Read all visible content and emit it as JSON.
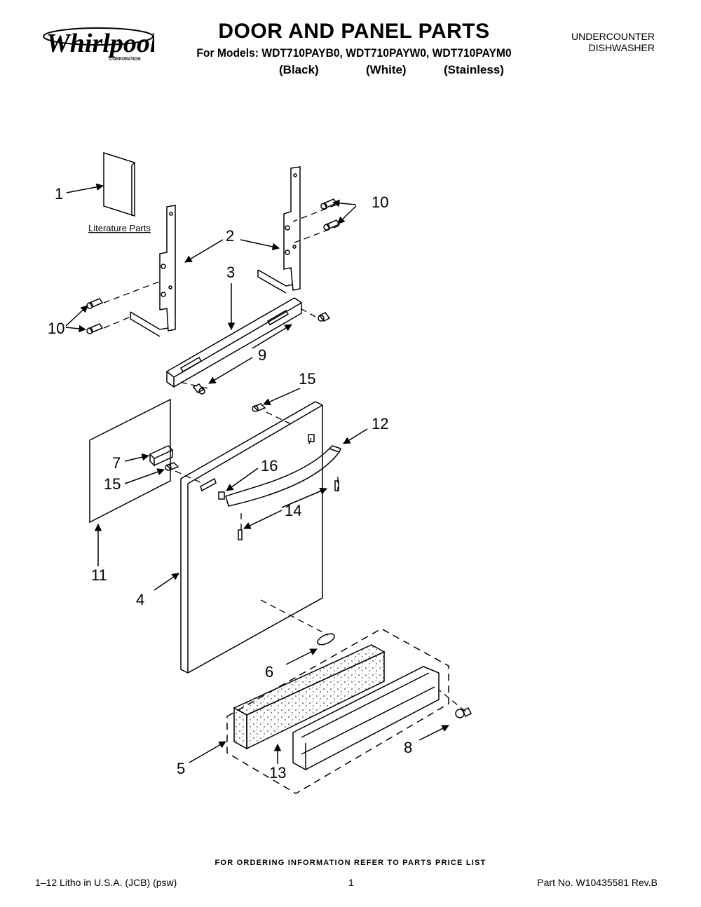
{
  "header": {
    "brand": "Whirlpool",
    "brand_sub": "CORPORATION",
    "title": "DOOR AND PANEL PARTS",
    "models_line": "For Models: WDT710PAYB0, WDT710PAYW0, WDT710PAYM0",
    "variants": [
      "(Black)",
      "(White)",
      "(Stainless)"
    ],
    "category_line1": "UNDERCOUNTER",
    "category_line2": "DISHWASHER"
  },
  "diagram": {
    "literature_label": "Literature Parts",
    "callouts": {
      "c1": "1",
      "c2": "2",
      "c3": "3",
      "c4": "4",
      "c5": "5",
      "c6": "6",
      "c7": "7",
      "c8": "8",
      "c9": "9",
      "c10a": "10",
      "c10b": "10",
      "c11": "11",
      "c12": "12",
      "c13": "13",
      "c14": "14",
      "c15a": "15",
      "c15b": "15",
      "c16": "16"
    }
  },
  "footer": {
    "order_note": "FOR ORDERING INFORMATION REFER TO PARTS PRICE LIST",
    "litho": "1–12 Litho in U.S.A. (JCB) (psw)",
    "page": "1",
    "part_no": "Part No. W10435581 Rev.B"
  }
}
